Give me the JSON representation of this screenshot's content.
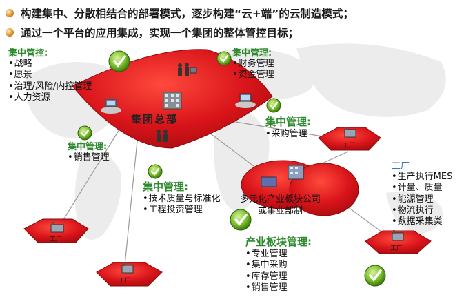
{
  "headings": [
    "构建集中、分散相结合的部署模式，逐步构建“云+端”的云制造模式；",
    "通过一个平台的应用集成，实现一个集团的整体管控目标；"
  ],
  "hq": {
    "label": "集团总部",
    "title": "集中管控:",
    "items": [
      "战略",
      "愿景",
      "治理/风险/内控管理",
      "人力资源"
    ]
  },
  "group_finance": {
    "title": "集中管理:",
    "items": [
      "财务管理",
      "资金管理"
    ]
  },
  "group_purchase": {
    "title": "集中管理:",
    "items": [
      "采购管理"
    ]
  },
  "group_sales": {
    "title": "集中管理:",
    "items": [
      "销售管理"
    ]
  },
  "group_tech": {
    "title": "集中管理:",
    "items": [
      "技术质量与标准化",
      "工程投资管理"
    ]
  },
  "division": {
    "label_line1": "多元化产业板块公司",
    "label_line2": "或事业部制",
    "title": "产业板块管理:",
    "items": [
      "专业管理",
      "集中采购",
      "库存管理",
      "销售管理"
    ]
  },
  "factory": {
    "title": "工厂",
    "items": [
      "生产执行MES",
      "计量、质量",
      "能源管理",
      "物流执行",
      "数据采集类"
    ],
    "node_label": "工厂"
  },
  "colors": {
    "platform_red": "#d9141a",
    "title_green": "#2f8a2f",
    "factory_blue": "#3b77c2",
    "check_green": "#7cc22b"
  },
  "icons": [
    "check-badge-icon",
    "building-icon",
    "computer-workstation-icon",
    "factory-icon",
    "people-icon"
  ]
}
